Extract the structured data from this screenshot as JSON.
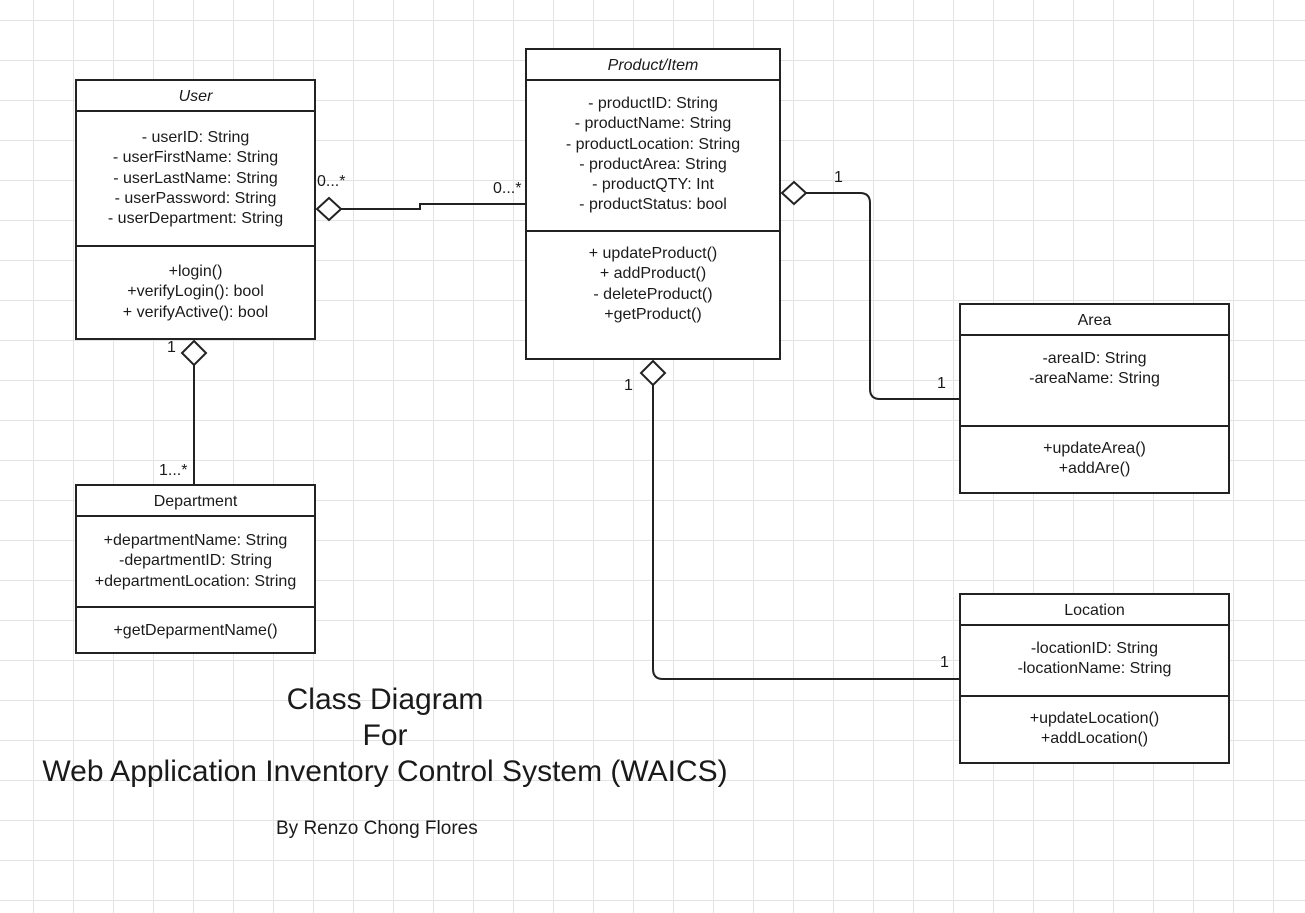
{
  "diagram": {
    "classes": {
      "user": {
        "name": "User",
        "attributes": [
          "- userID: String",
          "- userFirstName: String",
          "- userLastName: String",
          "- userPassword: String",
          "- userDepartment: String"
        ],
        "methods": [
          "+login()",
          "+verifyLogin(): bool",
          "+ verifyActive(): bool"
        ]
      },
      "product": {
        "name": "Product/Item",
        "attributes": [
          "- productID: String",
          "- productName: String",
          "- productLocation: String",
          "- productArea: String",
          "- productQTY: Int",
          "- productStatus: bool"
        ],
        "methods": [
          "+ updateProduct()",
          "+ addProduct()",
          "- deleteProduct()",
          "+getProduct()"
        ]
      },
      "department": {
        "name": "Department",
        "attributes": [
          "+departmentName: String",
          "-departmentID: String",
          "+departmentLocation: String"
        ],
        "methods": [
          "+getDeparmentName()"
        ]
      },
      "area": {
        "name": "Area",
        "attributes": [
          "-areaID: String",
          "-areaName: String"
        ],
        "methods": [
          "+updateArea()",
          "+addAre()"
        ]
      },
      "location": {
        "name": "Location",
        "attributes": [
          "-locationID: String",
          "-locationName: String"
        ],
        "methods": [
          "+updateLocation()",
          "+addLocation()"
        ]
      }
    },
    "relations": {
      "user_product": {
        "user_end": "0...*",
        "product_end": "0...*"
      },
      "user_department": {
        "user_end": "1",
        "department_end": "1...*"
      },
      "product_area": {
        "product_end": "1",
        "area_end": "1"
      },
      "product_location": {
        "product_end": "1",
        "location_end": "1"
      }
    },
    "title": {
      "line1": "Class Diagram",
      "line2": "For",
      "line3": "Web Application Inventory Control System (WAICS)"
    },
    "author": "By Renzo Chong Flores"
  }
}
